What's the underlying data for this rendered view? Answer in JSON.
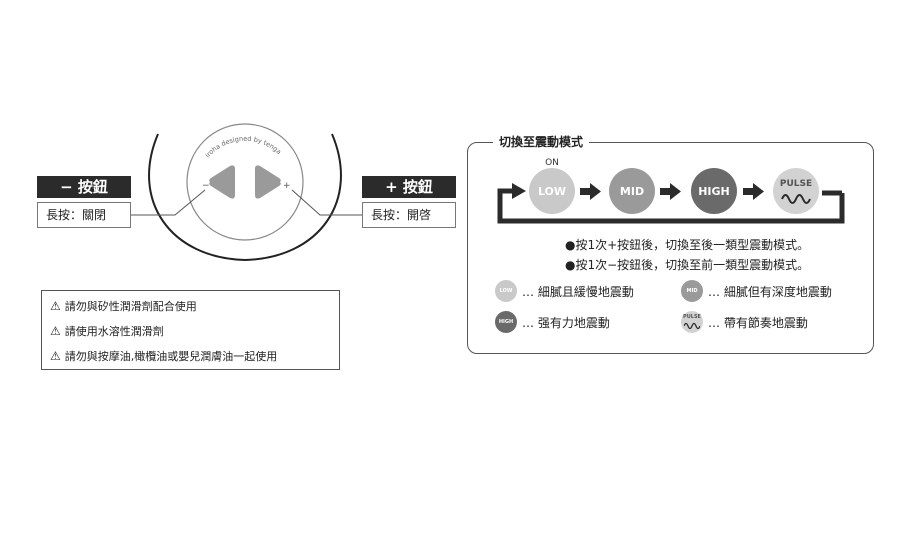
{
  "device": {
    "brand_text": "iroha designed by tenga",
    "minus_mark": "−",
    "plus_mark": "+"
  },
  "minus_button": {
    "label": "− 按鈕",
    "desc": "長按：關閉"
  },
  "plus_button": {
    "label": "+ 按鈕",
    "desc": "長按：開啓"
  },
  "warnings": [
    {
      "icon": "warning-triangle-icon",
      "text": "請勿與矽性潤滑劑配合使用"
    },
    {
      "icon": "warning-triangle-icon",
      "text": "請使用水溶性潤滑劑"
    },
    {
      "icon": "warning-triangle-icon",
      "text": "請勿與按摩油,橄欖油或嬰兒潤膚油一起使用"
    }
  ],
  "mode_panel": {
    "title": "切換至震動模式",
    "on_label": "ON",
    "modes": [
      {
        "label": "LOW",
        "color": "#c9c9c9"
      },
      {
        "label": "MID",
        "color": "#9a9a9a"
      },
      {
        "label": "HIGH",
        "color": "#6a6a6a"
      },
      {
        "label": "PULSE",
        "color": "#d2d2d2"
      }
    ],
    "notes": [
      "●按1次+按鈕後，切換至後一類型震動模式。",
      "●按1次−按鈕後，切換至前一類型震動模式。"
    ],
    "legend": [
      {
        "badge": "LOW",
        "text": "… 細膩且緩慢地震動",
        "color": "#c9c9c9"
      },
      {
        "badge": "MID",
        "text": "… 細膩但有深度地震動",
        "color": "#9a9a9a"
      },
      {
        "badge": "HIGH",
        "text": "… 强有力地震動",
        "color": "#6a6a6a"
      },
      {
        "badge": "PULSE",
        "text": "… 帶有節奏地震動",
        "color": "#d2d2d2"
      }
    ]
  }
}
